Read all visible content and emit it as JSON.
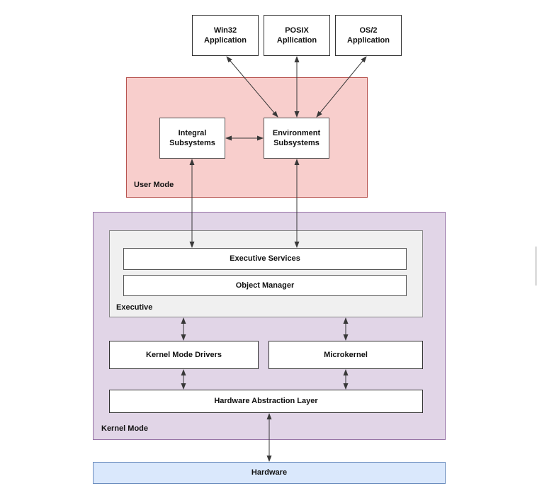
{
  "nodes": {
    "win32_app": "Win32 Application",
    "posix_app": "POSIX Apllication",
    "os2_app": "OS/2 Application",
    "integral_subsystems": "Integral Subsystems",
    "environment_subsystems": "Environment Subsystems",
    "executive_services": "Executive Services",
    "object_manager": "Object Manager",
    "kernel_mode_drivers": "Kernel Mode Drivers",
    "microkernel": "Microkernel",
    "hardware_abstraction_layer": "Hardware Abstraction Layer",
    "hardware": "Hardware"
  },
  "regions": {
    "user_mode": "User Mode",
    "executive": "Executive",
    "kernel_mode": "Kernel Mode"
  },
  "colors": {
    "user_mode_fill": "#f8cecc",
    "user_mode_border": "#b85450",
    "kernel_mode_fill": "#e1d5e7",
    "kernel_mode_border": "#9673a6",
    "executive_fill": "#f0f0f0",
    "executive_border": "#888888",
    "hardware_fill": "#dae8fc",
    "hardware_border": "#6c8ebf",
    "node_fill": "#ffffff",
    "node_border": "#333333",
    "arrow": "#383838",
    "text": "#111111"
  }
}
